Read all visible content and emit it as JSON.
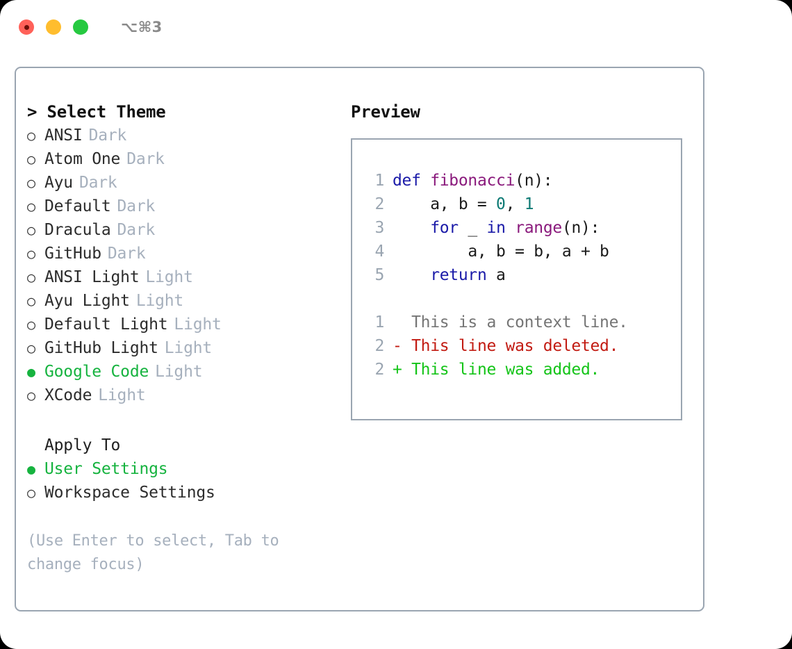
{
  "window": {
    "shortcut_label": "⌥⌘3",
    "traffic_lights": [
      {
        "name": "close",
        "color": "#ff6159"
      },
      {
        "name": "minimize",
        "color": "#ffbd2e"
      },
      {
        "name": "zoom",
        "color": "#26c940"
      }
    ]
  },
  "theme_panel": {
    "header": "> Select Theme",
    "items": [
      {
        "bullet": "○",
        "label": "ANSI",
        "tag": "Dark",
        "selected": false
      },
      {
        "bullet": "○",
        "label": "Atom One",
        "tag": "Dark",
        "selected": false
      },
      {
        "bullet": "○",
        "label": "Ayu",
        "tag": "Dark",
        "selected": false
      },
      {
        "bullet": "○",
        "label": "Default",
        "tag": "Dark",
        "selected": false
      },
      {
        "bullet": "○",
        "label": "Dracula",
        "tag": "Dark",
        "selected": false
      },
      {
        "bullet": "○",
        "label": "GitHub",
        "tag": "Dark",
        "selected": false
      },
      {
        "bullet": "○",
        "label": "ANSI Light",
        "tag": "Light",
        "selected": false
      },
      {
        "bullet": "○",
        "label": "Ayu Light",
        "tag": "Light",
        "selected": false
      },
      {
        "bullet": "○",
        "label": "Default Light",
        "tag": "Light",
        "selected": false
      },
      {
        "bullet": "○",
        "label": "GitHub Light",
        "tag": "Light",
        "selected": false
      },
      {
        "bullet": "●",
        "label": "Google Code",
        "tag": "Light",
        "selected": true
      },
      {
        "bullet": "○",
        "label": "XCode",
        "tag": "Light",
        "selected": false
      }
    ]
  },
  "apply_to": {
    "title": "Apply To",
    "items": [
      {
        "bullet": "●",
        "label": "User Settings",
        "selected": true
      },
      {
        "bullet": "○",
        "label": "Workspace Settings",
        "selected": false
      }
    ]
  },
  "hint": "(Use Enter to select, Tab to change focus)",
  "preview": {
    "title": "Preview",
    "code_lines": [
      {
        "number": "1",
        "tokens": [
          {
            "text": "def ",
            "type": "kw"
          },
          {
            "text": "fibonacci",
            "type": "fn"
          },
          {
            "text": "(n):",
            "type": "pl"
          }
        ]
      },
      {
        "number": "2",
        "tokens": [
          {
            "text": "    a, b = ",
            "type": "pl"
          },
          {
            "text": "0",
            "type": "num"
          },
          {
            "text": ", ",
            "type": "pl"
          },
          {
            "text": "1",
            "type": "num"
          }
        ]
      },
      {
        "number": "3",
        "tokens": [
          {
            "text": "    ",
            "type": "pl"
          },
          {
            "text": "for",
            "type": "kw"
          },
          {
            "text": " _ ",
            "type": "pl"
          },
          {
            "text": "in",
            "type": "kw"
          },
          {
            "text": " ",
            "type": "pl"
          },
          {
            "text": "range",
            "type": "fn"
          },
          {
            "text": "(n):",
            "type": "pl"
          }
        ]
      },
      {
        "number": "4",
        "tokens": [
          {
            "text": "        a, b = b, a + b",
            "type": "pl"
          }
        ]
      },
      {
        "number": "5",
        "tokens": [
          {
            "text": "    ",
            "type": "pl"
          },
          {
            "text": "return",
            "type": "kw"
          },
          {
            "text": " a",
            "type": "pl"
          }
        ]
      }
    ],
    "diff_lines": [
      {
        "number": "1",
        "marker": " ",
        "text": " This is a context line.",
        "kind": "ctx"
      },
      {
        "number": "2",
        "marker": "-",
        "text": " This line was deleted.",
        "kind": "del"
      },
      {
        "number": "2",
        "marker": "+",
        "text": " This line was added.",
        "kind": "add"
      }
    ]
  },
  "colors": {
    "accent_green": "#16b33f",
    "muted": "#a6b0bd",
    "border": "#9aa5b1",
    "keyword": "#1a1aa8",
    "function": "#8a1a7c",
    "number": "#0d7a74",
    "diff_add": "#14c418",
    "diff_del": "#c21b12",
    "diff_ctx": "#757575"
  }
}
